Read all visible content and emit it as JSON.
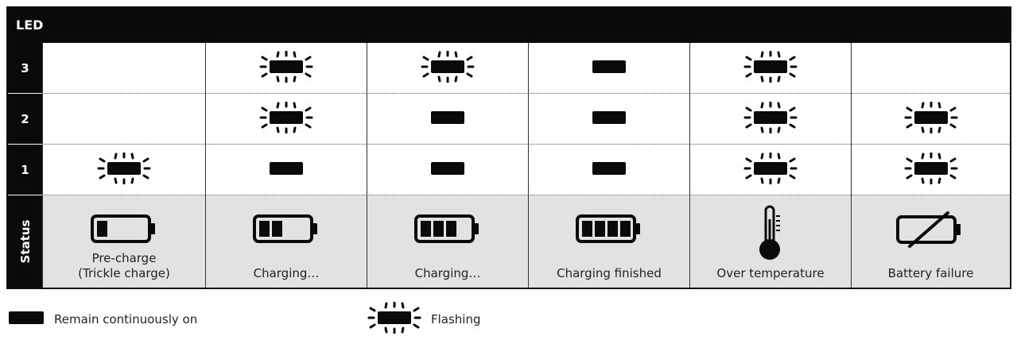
{
  "table": {
    "header": "LED",
    "status_label": "Status",
    "rows": [
      {
        "label": "3",
        "cells": [
          "off",
          "flashing",
          "flashing",
          "on",
          "flashing",
          "off"
        ]
      },
      {
        "label": "2",
        "cells": [
          "off",
          "flashing",
          "on",
          "on",
          "flashing",
          "flashing"
        ]
      },
      {
        "label": "1",
        "cells": [
          "flashing",
          "on",
          "on",
          "on",
          "flashing",
          "flashing"
        ]
      }
    ],
    "statuses": [
      {
        "icon": "battery-1-bar-icon",
        "bars": 1,
        "line1": "Pre-charge",
        "line2": "(Trickle charge)"
      },
      {
        "icon": "battery-2-bar-icon",
        "bars": 2,
        "line1": "Charging…",
        "line2": ""
      },
      {
        "icon": "battery-3-bar-icon",
        "bars": 3,
        "line1": "Charging…",
        "line2": ""
      },
      {
        "icon": "battery-full-icon",
        "bars": 4,
        "line1": "Charging finished",
        "line2": ""
      },
      {
        "icon": "thermometer-icon",
        "bars": 0,
        "line1": "Over temperature",
        "line2": ""
      },
      {
        "icon": "battery-failure-icon",
        "bars": 0,
        "line1": "Battery failure",
        "line2": ""
      }
    ]
  },
  "legend": {
    "on_label": "Remain continuously on",
    "flashing_label": "Flashing"
  }
}
